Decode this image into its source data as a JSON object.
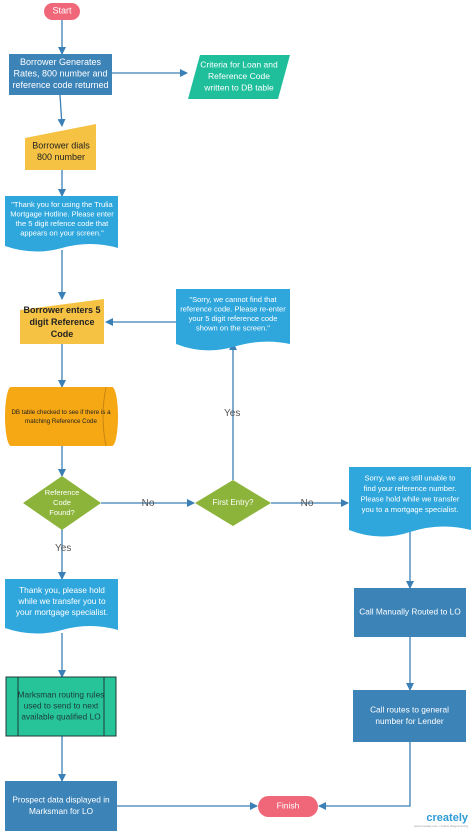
{
  "nodes": {
    "start": [
      "Start"
    ],
    "generate": [
      "Borrower Generates",
      "Rates, 800 number and",
      "reference code returned"
    ],
    "criteria": [
      "Criteria for Loan and",
      "Reference Code",
      "written to DB table"
    ],
    "dial": [
      "Borrower dials",
      "800 number"
    ],
    "thankyou_msg": [
      "\"Thank you for using the Trulia",
      "Mortgage Hotline.  Please enter",
      "the 5 digit refence code that",
      "appears on your screen.\""
    ],
    "enter_code": [
      "Borrower enters 5",
      "digit Reference",
      "Code"
    ],
    "sorry_msg": [
      "\"Sorry, we cannot find that",
      "reference code. Please re-enter",
      "your 5 digit reference code",
      "shown on the screen.\""
    ],
    "db_check": [
      "DB table checked to see if there is a",
      "matching Reference Code"
    ],
    "found": [
      "Reference",
      "Code",
      "Found?"
    ],
    "first_entry": [
      "First Entry?"
    ],
    "unable_msg": [
      "Sorry, we are still unable to",
      "find your reference number.",
      "Please hold while we transfer",
      "you to a mortgage specialist."
    ],
    "hold_msg": [
      "Thank you, please hold",
      "while we transfer you to",
      "your mortgage specialist."
    ],
    "manual_route": [
      "Call Manually Routed to LO"
    ],
    "marksman": [
      "Marksman routing rules",
      "used to send to next",
      "available qualified LO"
    ],
    "general": [
      "Call routes to general",
      "number for Lender"
    ],
    "prospect": [
      "Prospect data displayed in",
      "Marksman for LO"
    ],
    "finish": [
      "Finish"
    ]
  },
  "edge_labels": {
    "yes_retry": "Yes",
    "no_found": "No",
    "yes_found": "Yes",
    "no_first": "No"
  },
  "branding": {
    "name": "creately",
    "tagline": "www.creately.com • Online Diagramming"
  },
  "colors": {
    "terminal": "#f0677a",
    "process": "#3c83b8",
    "data_teal": "#1fbf9c",
    "manual_yellow": "#f5c243",
    "display_blue": "#2fa7dd",
    "database": "#f5a714",
    "decision": "#8cb43a",
    "predefined": "#27c49a",
    "connector": "#3a7fb5",
    "label": "#555555"
  }
}
